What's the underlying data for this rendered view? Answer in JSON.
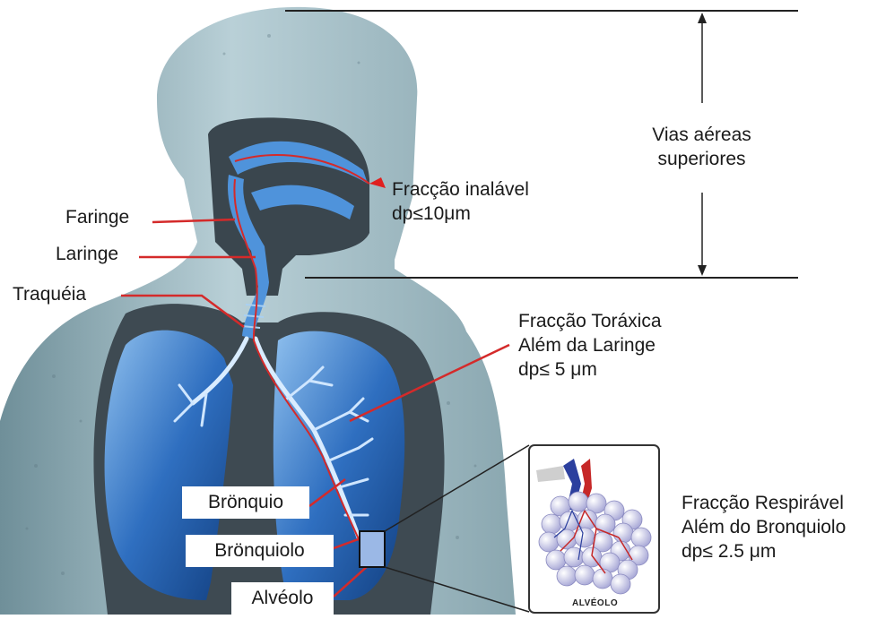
{
  "labels": {
    "vias_line1": "Vias aéreas",
    "vias_line2": "superiores",
    "inhalable_line1": "Fracção inalável",
    "inhalable_line2": "dp≤10μm",
    "faringe": "Faringe",
    "laringe": "Laringe",
    "traqueia": "Traquéia",
    "thoracic_line1": "Fracção Toráxica",
    "thoracic_line2": "Além da Laringe",
    "thoracic_line3": "dp≤ 5 μm",
    "bronquio": "Brönquio",
    "bronquiolo": "Brönquiolo",
    "alveolo": "Alvéolo",
    "respirable_line1": "Fracção Respirável",
    "respirable_line2": "Além do Bronquiolo",
    "respirable_line3": "dp≤ 2.5 μm",
    "inset_caption": "ALVÉOLO"
  },
  "colors": {
    "body_fill": "#a8c3cc",
    "body_dark": "#6f8f99",
    "cavity_fill": "#3e4a52",
    "lung_fill": "#2f6fc0",
    "lung_light": "#7fb3e8",
    "airway_fill": "#5ea0e0",
    "leader_red": "#d42a2a",
    "alveoli_fill": "#c9c9e8"
  }
}
